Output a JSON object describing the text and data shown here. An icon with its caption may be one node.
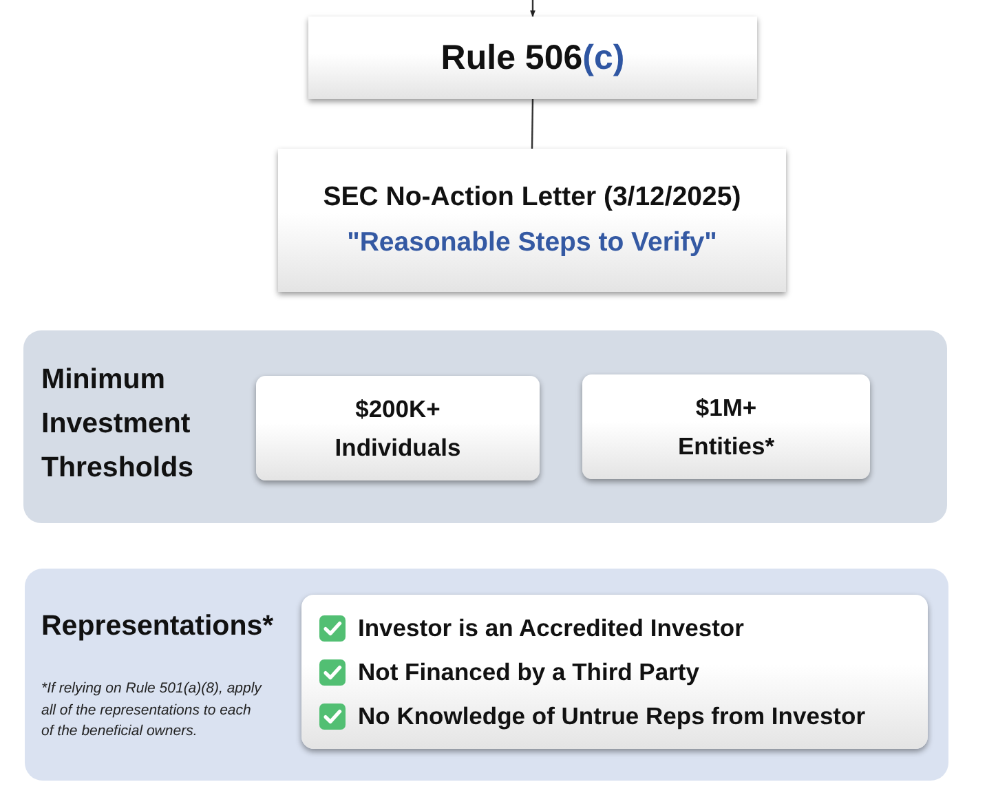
{
  "diagram": {
    "nodes": [
      {
        "text": [
          "Rule 506",
          "(c)"
        ]
      },
      {
        "text": [
          "SEC No-Action Letter (3/12/2025)",
          "\"Reasonable Steps to Verify\""
        ]
      },
      {
        "text": [
          "Minimum Investment Thresholds"
        ]
      },
      {
        "text": [
          "$200K+",
          "Individuals"
        ],
        "in": 2
      },
      {
        "text": [
          "$1M+",
          "Entities*"
        ],
        "in": 2
      },
      {
        "text": [
          "Representations*",
          "*If relying on Rule 501(a)(8), apply all of the representations to each of the beneficial owners."
        ]
      },
      {
        "text": [
          "Investor is an Accredited Investor",
          "Not Financed by a Third Party",
          "No Knowledge of Untrue Reps from Investor"
        ],
        "in": 5
      }
    ],
    "edges": [
      {
        "from": null,
        "to": 0,
        "arrow": "to"
      },
      {
        "from": 0,
        "to": 1,
        "arrow": "none"
      }
    ]
  }
}
